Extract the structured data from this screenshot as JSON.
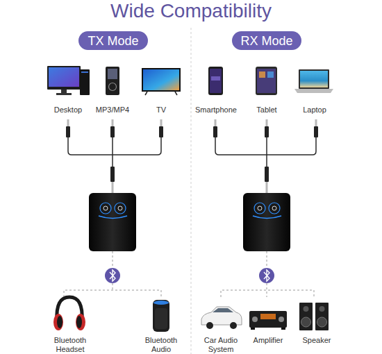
{
  "diagram": {
    "title": "Wide Compatibility",
    "nodes": [
      {
        "text": [
          "TX Mode"
        ]
      },
      {
        "text": [
          "RX Mode"
        ]
      }
    ],
    "labels": [
      "Desktop",
      "MP3/MP4",
      "TV",
      "Smartphone",
      "Tablet",
      "Laptop",
      "Bluetooth Headset",
      "Bluetooth Audio",
      "Car Audio System",
      "Amplifier",
      "Speaker"
    ]
  }
}
